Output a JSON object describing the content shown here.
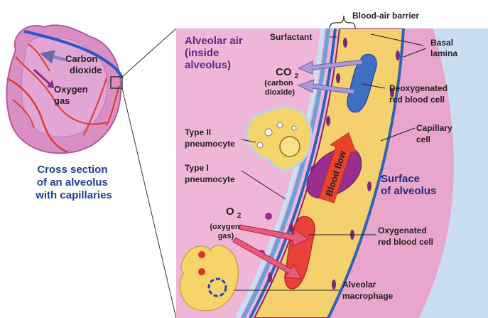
{
  "overview": {
    "co2_label": [
      "Carbon",
      "dioxide"
    ],
    "o2_label": [
      "Oxygen",
      "gas"
    ],
    "caption": [
      "Cross section",
      "of an alveolus",
      "with capillaries"
    ]
  },
  "detail": {
    "alveolar_air": [
      "Alveolar air",
      "(inside",
      "alveolus)"
    ],
    "co2_formula": {
      "base": "CO",
      "sub": "2"
    },
    "co2_name": [
      "(carbon",
      "dioxide)"
    ],
    "o2_formula": {
      "base": "O",
      "sub": "2"
    },
    "o2_name": [
      "(oxygen",
      "gas)"
    ],
    "blood_air_barrier": "Blood-air barrier",
    "surfactant": "Surfactant",
    "basal_lamina": [
      "Basal",
      "lamina"
    ],
    "deoxygenated_rbc": [
      "Deoxygenated",
      "red blood cell"
    ],
    "capillary_cell": [
      "Capillary",
      "cell"
    ],
    "type2": [
      "Type II",
      "pneumocyte"
    ],
    "type1": [
      "Type I",
      "pneumocyte"
    ],
    "blood_flow": "Blood flow",
    "surface": [
      "Surface",
      "of alveolus"
    ],
    "oxygenated_rbc": [
      "Oxygenated",
      "red blood cell"
    ],
    "macrophage": [
      "Alveolar",
      "macrophage"
    ]
  },
  "colors": {
    "alveolar_air": "#f0b6d8",
    "surface_pink": "#e9a6cc",
    "capillary_yellow": "#f5d06e",
    "wall_blue": "#2f64b5",
    "co2_arrow": "#9c8fcf",
    "o2_arrow": "#d8335f",
    "blood_flow_arrow": "#e8442b",
    "label_purple": "#5a2a82",
    "label_navy": "#1d2b7a"
  }
}
